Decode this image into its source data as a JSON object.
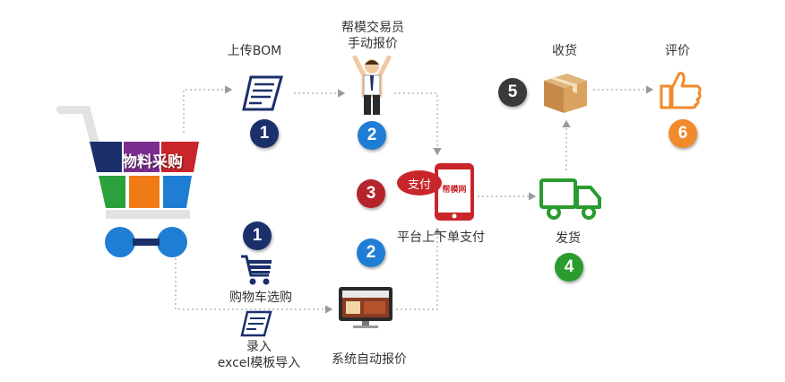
{
  "cart": {
    "label": "物料采购",
    "colors": {
      "navy": "#1b2f6b",
      "purple": "#7a2d8e",
      "red": "#c9262b",
      "blue": "#1f7ed3",
      "green": "#2aa13c",
      "orange": "#f07b16",
      "gray": "#e2e2e0"
    }
  },
  "steps": {
    "upload_bom": {
      "label": "上传BOM",
      "badge": "1",
      "color": "#1b2f6b"
    },
    "manual_quote": {
      "label_line1": "帮模交易员",
      "label_line2": "手动报价",
      "badge": "2",
      "color": "#1f7ed3"
    },
    "pay": {
      "bubble": "支付",
      "badge": "3",
      "color": "#b5232b",
      "phone_brand": "帮模网",
      "label": "平台上下单支付"
    },
    "ship": {
      "label": "发货",
      "badge": "4",
      "color": "#2a9b2f"
    },
    "receive": {
      "label": "收货",
      "badge": "5",
      "color": "#3a3a3a"
    },
    "review": {
      "label": "评价",
      "badge": "6",
      "color": "#f08a2a"
    },
    "cart_select": {
      "label": "购物车选购",
      "badge": "1",
      "color": "#1b2f6b"
    },
    "excel_import": {
      "label_line1": "录入",
      "label_line2": "excel模板导入"
    },
    "auto_quote": {
      "label": "系统自动报价",
      "badge": "2",
      "color": "#1f7ed3"
    }
  }
}
